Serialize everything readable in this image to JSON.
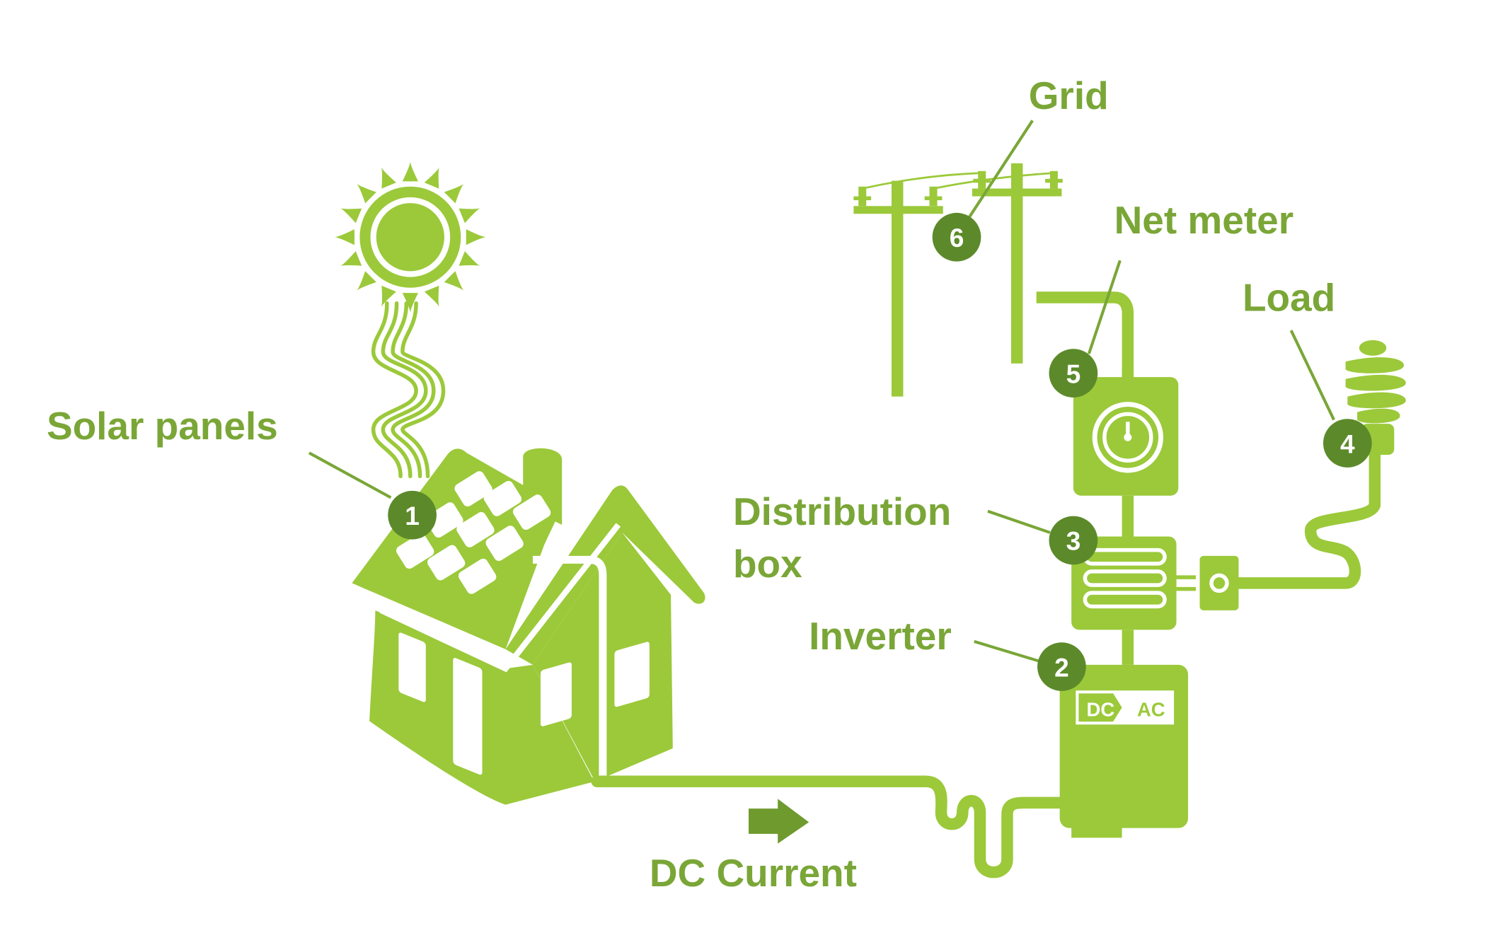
{
  "colors": {
    "primary": "#9bc93a",
    "label": "#7aa637",
    "badge": "#5c8a2a",
    "badge_text": "#ffffff",
    "arrow": "#6f9a2e",
    "background": "#ffffff"
  },
  "labels": {
    "solar_panels": "Solar panels",
    "grid": "Grid",
    "net_meter": "Net meter",
    "load": "Load",
    "distribution_line1": "Distribution",
    "distribution_line2": "box",
    "inverter": "Inverter",
    "dc_current": "DC Current"
  },
  "badges": {
    "solar_panels": "1",
    "inverter": "2",
    "distribution_box": "3",
    "load": "4",
    "net_meter": "5",
    "grid": "6"
  },
  "inverter_panel": {
    "dc": "DC",
    "ac": "AC"
  },
  "icons": [
    "sun-icon",
    "house-icon",
    "power-pole-icon",
    "meter-icon",
    "distribution-box-icon",
    "inverter-icon",
    "outlet-icon",
    "bulb-icon",
    "arrow-right-icon"
  ]
}
